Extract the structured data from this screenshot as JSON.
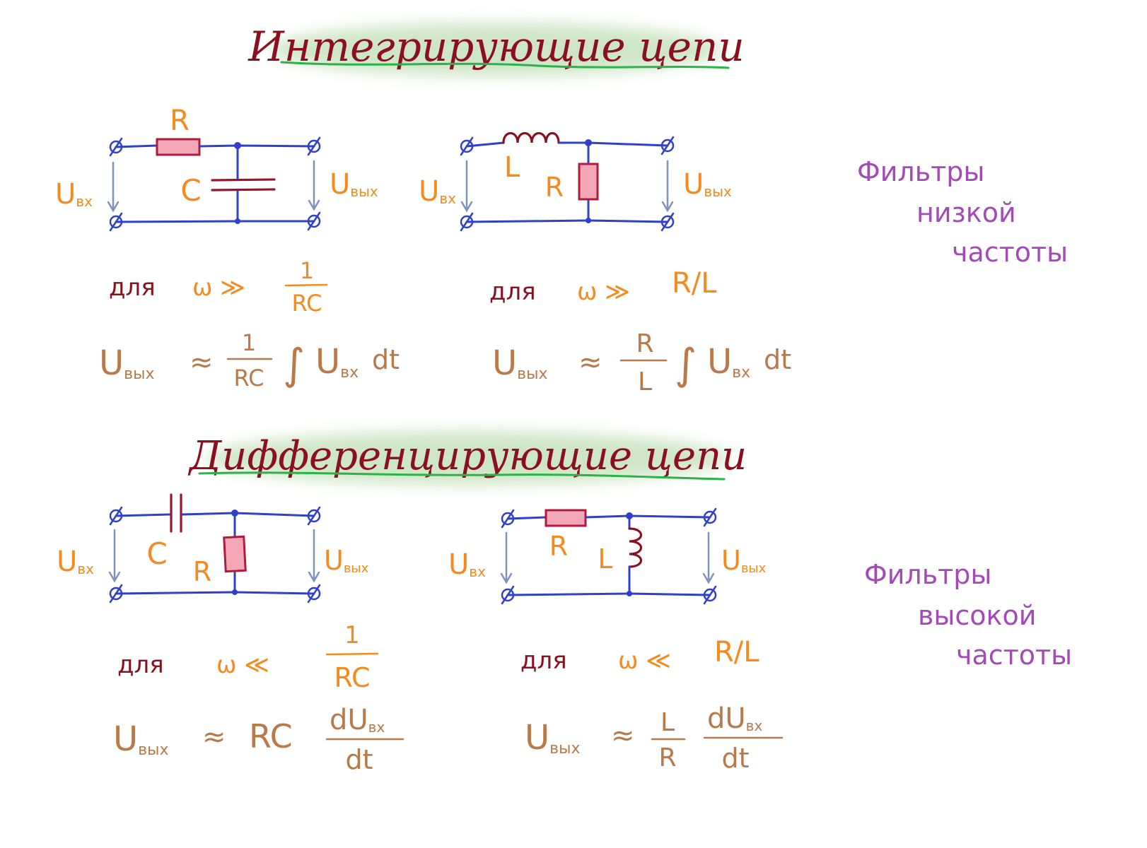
{
  "colors": {
    "title": "#8a1020",
    "underline": "#2bb34a",
    "glow": "#b6d9a8",
    "wire": "#3040c8",
    "arrow": "#7f94bb",
    "label": "#f58a1f",
    "dlya": "#8a1020",
    "formula": "#b97a4b",
    "resistor_fill": "#f4a7b6",
    "resistor_stroke": "#b01a3c",
    "inductor": "#8a1020",
    "capacitor": "#9a1430",
    "note": "#a34ab8"
  },
  "icons": {
    "terminal": "terminal-icon",
    "resistor": "resistor-icon",
    "capacitor": "capacitor-icon",
    "inductor": "inductor-icon",
    "node": "junction-dot-icon",
    "arrow": "voltage-arrow-icon"
  },
  "integrating": {
    "title": "Интегрирующие цепи",
    "rc": {
      "r_label": "R",
      "c_label": "C",
      "u_in": "U",
      "u_in_sub": "вх",
      "u_out": "U",
      "u_out_sub": "вых",
      "condition_word": "для",
      "condition_lhs": "ω ≫",
      "condition_num": "1",
      "condition_den": "RC",
      "formula_lhs": "U",
      "formula_lhs_sub": "вых",
      "formula_approx": "≈",
      "formula_num": "1",
      "formula_den": "RC",
      "formula_int": "∫",
      "formula_u": "U",
      "formula_u_sub": "вх",
      "formula_dt": "dt"
    },
    "rl": {
      "l_label": "L",
      "r_label": "R",
      "u_in": "U",
      "u_in_sub": "вх",
      "u_out": "U",
      "u_out_sub": "вых",
      "condition_word": "для",
      "condition_lhs": "ω ≫",
      "condition_rhs": "R/L",
      "formula_lhs": "U",
      "formula_lhs_sub": "вых",
      "formula_approx": "≈",
      "formula_num": "R",
      "formula_den": "L",
      "formula_int": "∫",
      "formula_u": "U",
      "formula_u_sub": "вх",
      "formula_dt": "dt"
    },
    "note": [
      "Фильтры",
      "низкой",
      "частоты"
    ]
  },
  "differentiating": {
    "title": "Дифференцирующие цепи",
    "cr": {
      "c_label": "C",
      "r_label": "R",
      "u_in": "U",
      "u_in_sub": "вх",
      "u_out": "U",
      "u_out_sub": "вых",
      "condition_word": "для",
      "condition_lhs": "ω ≪",
      "condition_num": "1",
      "condition_den": "RC",
      "formula_lhs": "U",
      "formula_lhs_sub": "вых",
      "formula_approx": "≈",
      "formula_rc": "RC",
      "formula_num": "dU",
      "formula_num_sub": "вх",
      "formula_den": "dt"
    },
    "rl": {
      "r_label": "R",
      "l_label": "L",
      "u_in": "U",
      "u_in_sub": "вх",
      "u_out": "U",
      "u_out_sub": "вых",
      "condition_word": "для",
      "condition_lhs": "ω ≪",
      "condition_rhs": "R/L",
      "formula_lhs": "U",
      "formula_lhs_sub": "вых",
      "formula_approx": "≈",
      "formula_frac_num": "L",
      "formula_frac_den": "R",
      "formula_num": "dU",
      "formula_num_sub": "вх",
      "formula_den": "dt"
    },
    "note": [
      "Фильтры",
      "высокой",
      "частоты"
    ]
  }
}
